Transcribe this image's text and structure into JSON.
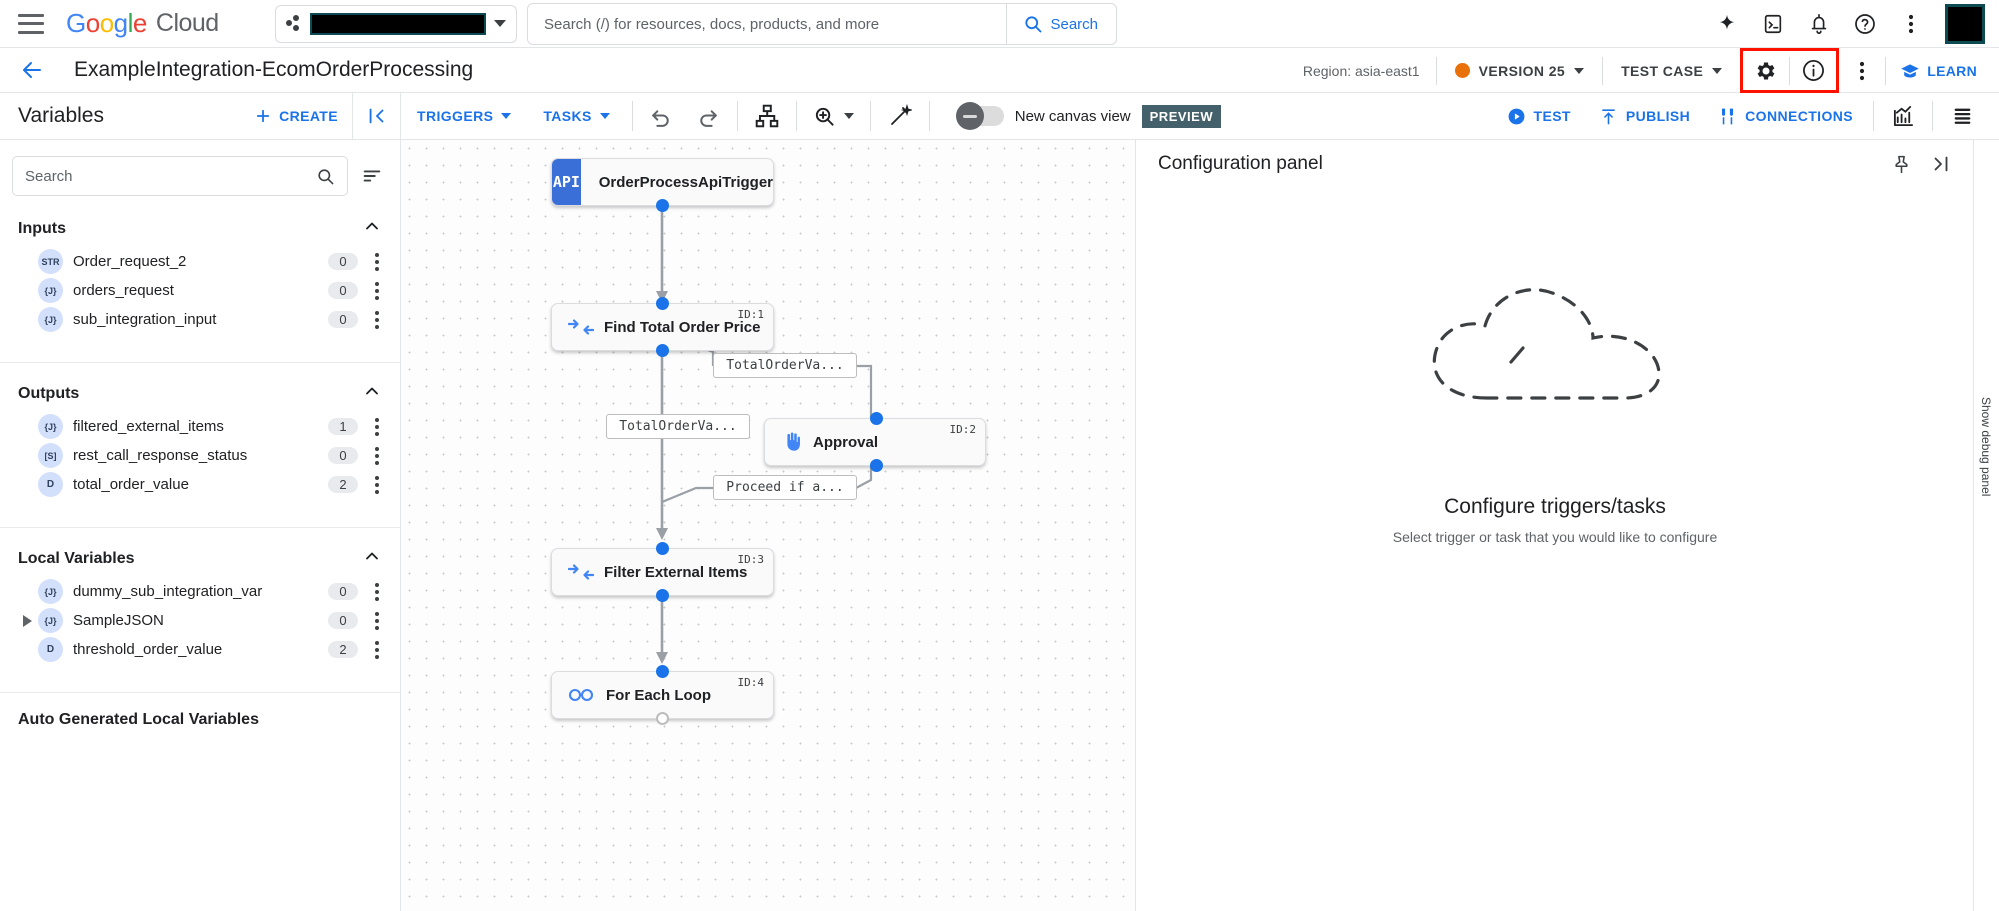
{
  "topbar": {
    "menu_icon": "hamburger-menu-icon",
    "logo_google": "Google",
    "logo_cloud": "Cloud",
    "project_selector": {
      "value": "",
      "icon": "project-dots-icon",
      "caret": "chevron-down-icon"
    },
    "search": {
      "placeholder": "Search (/) for resources, docs, products, and more",
      "button_label": "Search",
      "icon": "search-icon"
    },
    "icons": [
      "gemini-sparkle-icon",
      "cloud-shell-icon",
      "notifications-bell-icon",
      "help-question-icon",
      "more-vert-icon"
    ],
    "avatar": "user-avatar"
  },
  "subheader": {
    "back_icon": "back-arrow-icon",
    "title": "ExampleIntegration-EcomOrderProcessing",
    "region": "Region: asia-east1",
    "version_label": "VERSION 25",
    "version_status_color": "#E8710A",
    "test_case_label": "TEST CASE",
    "settings_icon": "gear-icon",
    "info_icon": "info-circle-icon",
    "more_icon": "more-vert-icon",
    "learn_label": "LEARN",
    "highlight_color": "#ff1100"
  },
  "toolbar": {
    "triggers_label": "TRIGGERS",
    "tasks_label": "TASKS",
    "undo_icon": "undo-icon",
    "redo_icon": "redo-icon",
    "layout_icon": "auto-layout-icon",
    "zoom_icon": "zoom-icon",
    "magic_icon": "magic-wand-icon",
    "toggle_label": "New canvas view",
    "preview_chip": "PREVIEW",
    "test_label": "TEST",
    "publish_label": "PUBLISH",
    "connections_label": "CONNECTIONS",
    "analytics_icon": "analytics-chart-icon",
    "logs_icon": "logs-list-icon"
  },
  "sidebar": {
    "title": "Variables",
    "create_label": "CREATE",
    "collapse_icon": "collapse-panel-icon",
    "search_placeholder": "Search",
    "sort_icon": "sort-icon",
    "groups": [
      {
        "title": "Inputs",
        "items": [
          {
            "type": "STR",
            "name": "Order_request_2",
            "count": "0",
            "expandable": false
          },
          {
            "type": "{J}",
            "name": "orders_request",
            "count": "0",
            "expandable": false
          },
          {
            "type": "{J}",
            "name": "sub_integration_input",
            "count": "0",
            "expandable": false
          }
        ]
      },
      {
        "title": "Outputs",
        "items": [
          {
            "type": "{J}",
            "name": "filtered_external_items",
            "count": "1",
            "expandable": false
          },
          {
            "type": "[S]",
            "name": "rest_call_response_status",
            "count": "0",
            "expandable": false
          },
          {
            "type": "D",
            "name": "total_order_value",
            "count": "2",
            "expandable": false
          }
        ]
      },
      {
        "title": "Local Variables",
        "items": [
          {
            "type": "{J}",
            "name": "dummy_sub_integration_var",
            "count": "0",
            "expandable": false
          },
          {
            "type": "{J}",
            "name": "SampleJSON",
            "count": "0",
            "expandable": true
          },
          {
            "type": "D",
            "name": "threshold_order_value",
            "count": "2",
            "expandable": false
          }
        ]
      },
      {
        "title": "Auto Generated Local Variables",
        "items": []
      }
    ]
  },
  "canvas": {
    "nodes": [
      {
        "id": "",
        "label": "OrderProcessApiTrigger",
        "kind": "api-trigger",
        "badge": "API"
      },
      {
        "id": "ID:1",
        "label": "Find Total Order Price",
        "kind": "mapping-task",
        "icon": "data-mapping-icon"
      },
      {
        "id": "ID:2",
        "label": "Approval",
        "kind": "approval-task",
        "icon": "hand-raised-icon"
      },
      {
        "id": "ID:3",
        "label": "Filter External Items",
        "kind": "mapping-task",
        "icon": "data-mapping-icon"
      },
      {
        "id": "ID:4",
        "label": "For Each Loop",
        "kind": "loop-task",
        "icon": "infinity-loop-icon"
      }
    ],
    "edge_labels": [
      "TotalOrderVa...",
      "TotalOrderVa...",
      "Proceed if a..."
    ]
  },
  "config_panel": {
    "title": "Configuration panel",
    "pin_icon": "pin-icon",
    "expand_icon": "expand-panel-icon",
    "empty_icon": "dashed-cloud-icon",
    "empty_title": "Configure triggers/tasks",
    "empty_subtitle": "Select trigger or task that you would like to configure"
  },
  "right_strip": {
    "label": "Show debug panel"
  }
}
